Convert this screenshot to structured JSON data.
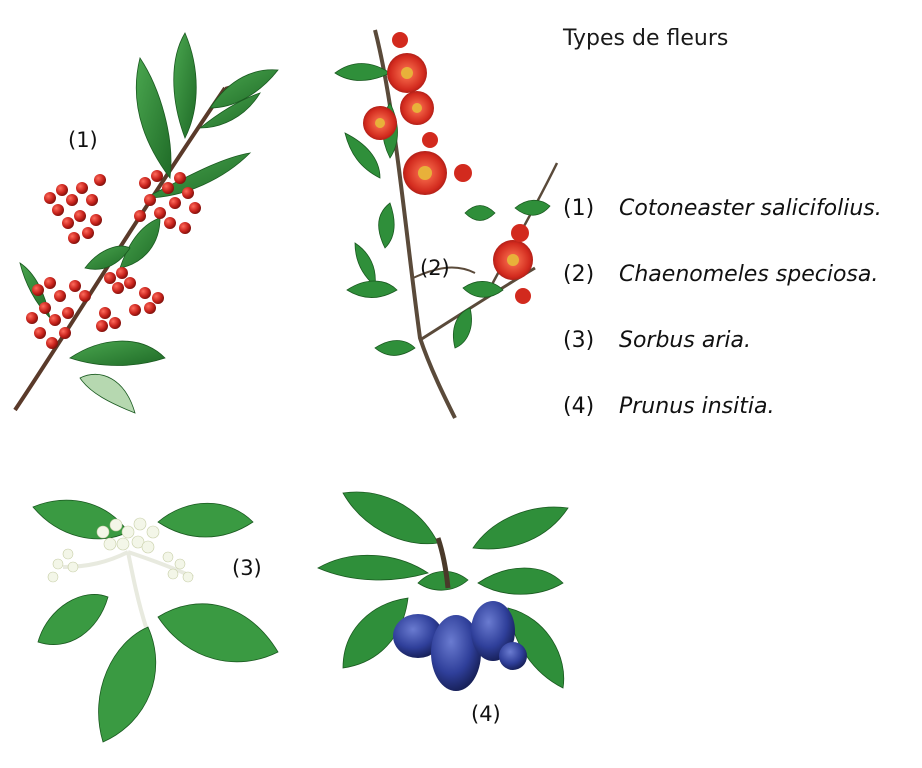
{
  "title": "Types de fleurs",
  "plate_labels": {
    "p1": "(1)",
    "p2": "(2)",
    "p3": "(3)",
    "p4": "(4)"
  },
  "legend": [
    {
      "num": "(1)",
      "name": "Cotoneaster salicifolius."
    },
    {
      "num": "(2)",
      "name": "Chaenomeles speciosa."
    },
    {
      "num": "(3)",
      "name": "Sorbus aria."
    },
    {
      "num": "(4)",
      "name": "Prunus insitia."
    }
  ],
  "colors": {
    "leaf": "#2f8f3a",
    "leaf_dark": "#1f6b27",
    "berry": "#c8231c",
    "flower": "#d22a1e",
    "white_flower": "#f3f6e8",
    "plum": "#2f3f9a",
    "stem": "#5a3a2a"
  }
}
